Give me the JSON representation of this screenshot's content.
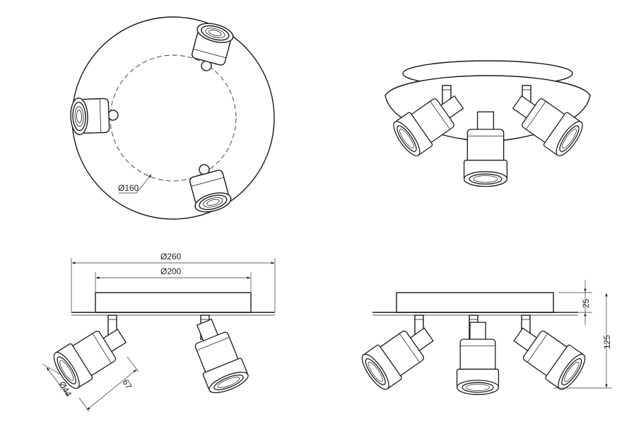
{
  "dimensions": {
    "inner_circle_diameter": "Ø160",
    "plate_diameter": "Ø260",
    "base_diameter": "Ø200",
    "shade_diameter": "Ø44",
    "shade_length": "67",
    "base_height": "25",
    "total_height": "125"
  }
}
